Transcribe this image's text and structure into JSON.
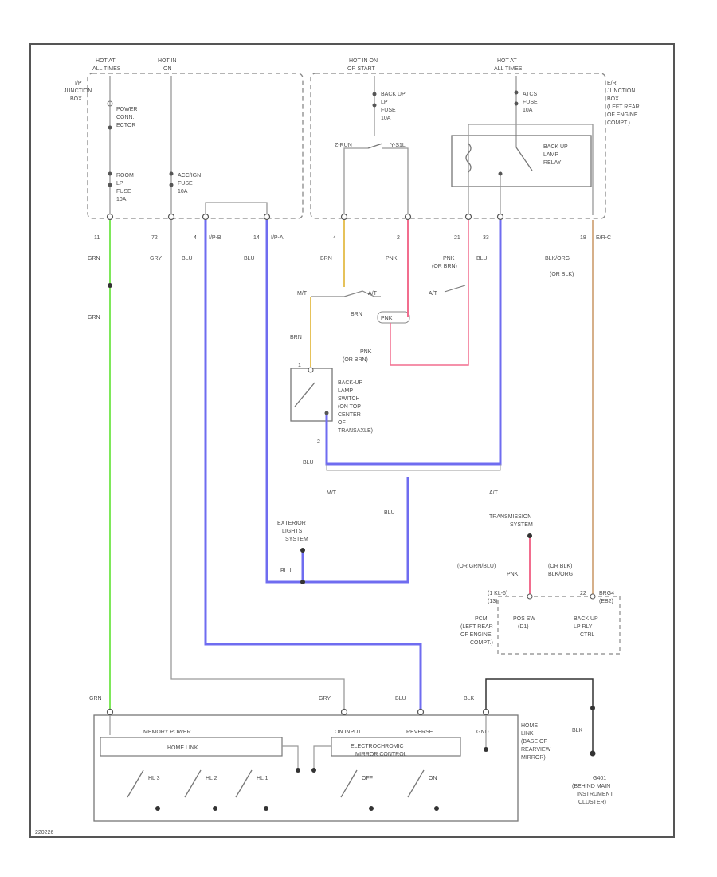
{
  "colors": {
    "green": "#7ee85a",
    "blue": "#6f6cf0",
    "pink": "#f26d8e",
    "tan": "#d6b08a",
    "yellow": "#e6c25a",
    "gray": "#9a9a9a",
    "black": "#333333"
  },
  "sources": {
    "hot_at_all_times_left": [
      "HOT AT",
      "ALL TIMES"
    ],
    "hot_in_on": [
      "HOT IN",
      "ON"
    ],
    "hot_in_on_or_start": [
      "HOT IN ON",
      "OR START"
    ],
    "hot_at_all_times_right": [
      "HOT AT",
      "ALL TIMES"
    ]
  },
  "boxes": {
    "ip_junction_box": [
      "I/P",
      "JUNCTION",
      "BOX"
    ],
    "er_junction_box": [
      "E/R",
      "JUNCTION",
      "BOX",
      "(LEFT REAR",
      "OF ENGINE",
      "COMPT.)"
    ]
  },
  "fuses": {
    "power_conn": [
      "POWER",
      "CONN.",
      "ECTOR"
    ],
    "room_lp": [
      "ROOM",
      "LP",
      "FUSE",
      "10A"
    ],
    "acc_ign": [
      "ACC/IGN",
      "FUSE",
      "10A"
    ],
    "backup_lp": [
      "BACK UP",
      "LP",
      "FUSE",
      "10A"
    ],
    "atcs": [
      "ATCS",
      "FUSE",
      "10A"
    ]
  },
  "relay": [
    "BACK UP",
    "LAMP",
    "RELAY"
  ],
  "pins": {
    "p11": "11",
    "p72": "72",
    "p4a": "4",
    "ip_b": "I/P-B",
    "p14": "14",
    "ip_a": "I/P-A",
    "p4b": "4",
    "p2": "2",
    "p21": "21",
    "p33": "33",
    "p18": "18",
    "er_c": "E/R-C"
  },
  "wires": {
    "grn": "GRN",
    "gry": "GRY",
    "blu": "BLU",
    "brn": "BRN",
    "pnk": "PNK",
    "pnk_or_brn": [
      "PNK",
      "(OR BRN)"
    ],
    "blk_org": [
      "BLK/ORG",
      "(OR BLK)"
    ],
    "pnk_or_brn2": [
      "PNK",
      "(OR BRN)"
    ],
    "or_grn_blu": [
      "(OR GRN/BLU)",
      "PNK"
    ],
    "or_blk": [
      "(OR BLK)",
      "BLK/ORG"
    ],
    "blk": "BLK"
  },
  "labels": {
    "mt": "M/T",
    "at": "A/T",
    "at2": "A/T",
    "mt2": "M/T",
    "brn_pnk": "BRN",
    "pnk_small": "PNK"
  },
  "backup_switch": [
    "BACK-UP",
    "LAMP",
    "SWITCH",
    "(ON TOP",
    "CENTER",
    "OF",
    "TRANSAXLE)"
  ],
  "exterior_lights": [
    "EXTERIOR",
    "LIGHTS",
    "SYSTEM"
  ],
  "transmission": [
    "TRANSMISSION",
    "SYSTEM"
  ],
  "pcm": {
    "pin_left": [
      "(1 KL-6)",
      "(13)"
    ],
    "pin_right": [
      "22",
      "(EB2)"
    ],
    "pos_sw": [
      "POS SW",
      "(D1)"
    ],
    "backup_ctrl": [
      "BACK UP",
      "LP RLY",
      "CTRL"
    ],
    "pcm_label": [
      "PCM",
      "(LEFT REAR",
      "OF ENGINE",
      "COMPT.)"
    ]
  },
  "homelink": {
    "memory_power": "MEMORY POWER",
    "home_link": "HOME LINK",
    "on_input": "ON INPUT",
    "reverse": "REVERSE",
    "gnd": "GND",
    "electrochromic": [
      "ELECTROCHROMIC",
      "MIRROR CONTROL"
    ],
    "hl3": "HL 3",
    "hl2": "HL 2",
    "hl1": "HL 1",
    "off": "OFF",
    "on": "ON",
    "name": [
      "HOME",
      "LINK",
      "(BASE OF",
      "REARVIEW",
      "MIRROR)"
    ],
    "g401": [
      "G401",
      "(BEHIND MAIN",
      "INSTRUMENT",
      "CLUSTER)"
    ]
  },
  "footer": "220226"
}
